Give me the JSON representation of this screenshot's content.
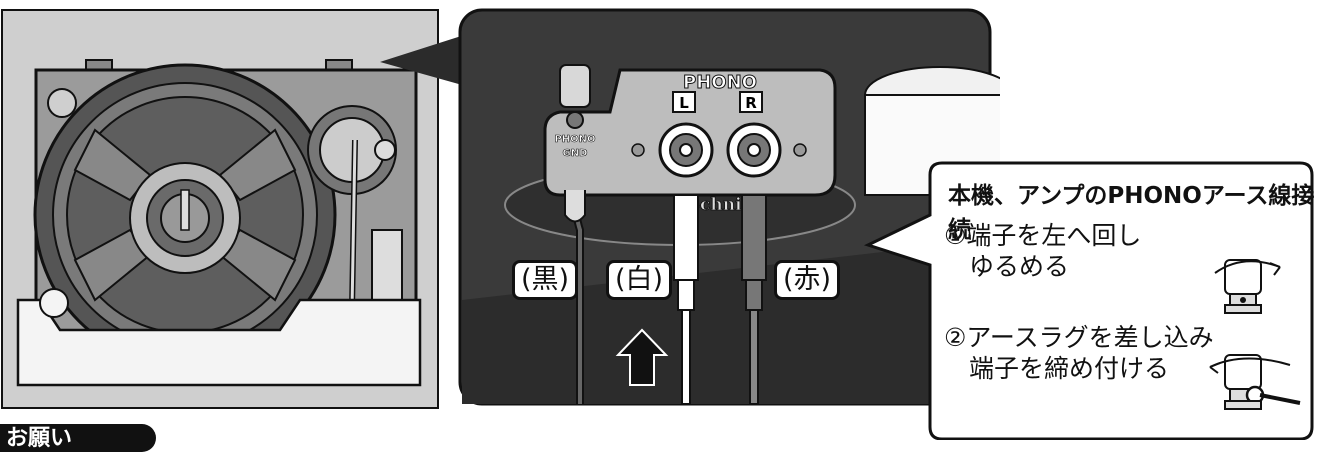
{
  "panel_labels": {
    "phono": "PHONO",
    "left": "L",
    "right": "R",
    "phono_gnd_top": "PHONO",
    "phono_gnd_bottom": "GND",
    "brand": "Technics"
  },
  "cables": {
    "black": "(黒)",
    "white": "(白)",
    "red": "(赤)"
  },
  "callout": {
    "title": "本機、アンプのPHONOアース線接続",
    "step1": "①端子を左へ回し\n　ゆるめる",
    "step2": "②アースラグを差し込み\n　端子を締め付ける"
  },
  "footer_badge": "お願い",
  "colors": {
    "panel_gray": "#c9c9c9",
    "dark_gray": "#444444",
    "outline": "#111111"
  }
}
